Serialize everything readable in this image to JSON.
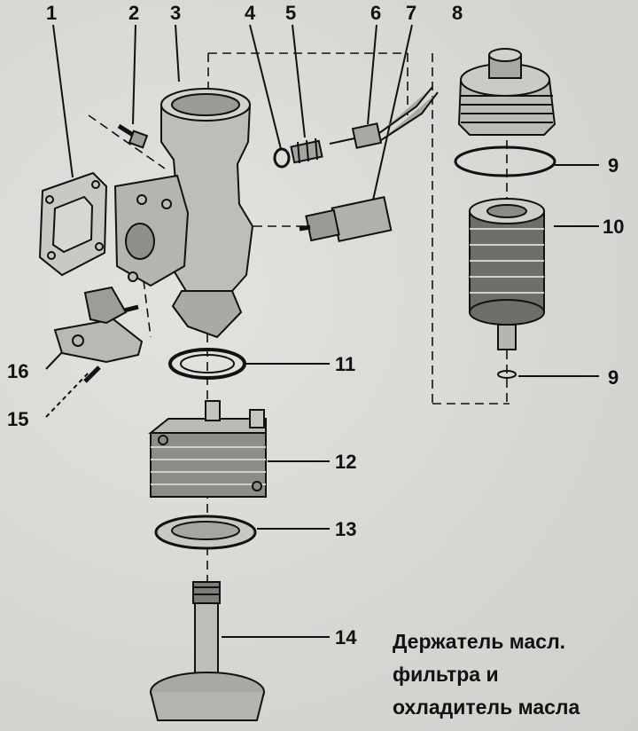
{
  "callouts": [
    "1",
    "2",
    "3",
    "4",
    "5",
    "6",
    "7",
    "8",
    "9",
    "10",
    "9",
    "11",
    "12",
    "13",
    "14",
    "15",
    "16"
  ],
  "caption": {
    "line1": "Держатель масл.",
    "line2": "фильтра и",
    "line3": "охладитель масла"
  },
  "colors": {
    "ink": "#111111",
    "paper": "#d9d9d6",
    "metal": "#bdbdba"
  }
}
